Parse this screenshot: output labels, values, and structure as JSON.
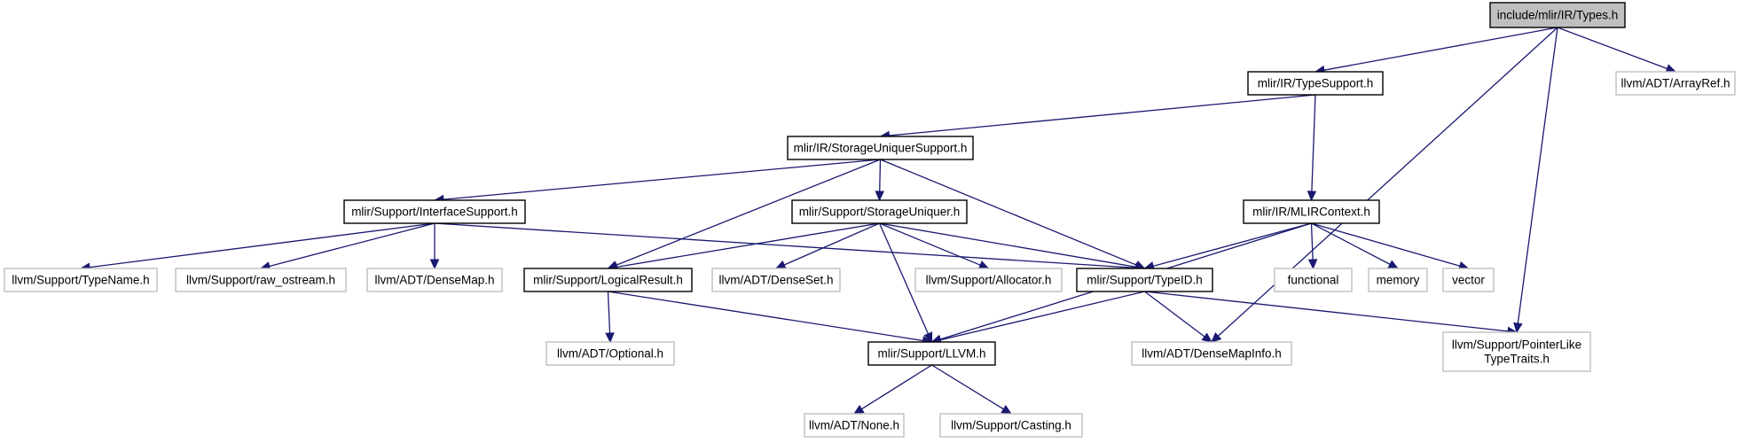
{
  "diagram": {
    "colors": {
      "edge": "#191970",
      "root_fill": "#bfbfbf",
      "primary_border": "#000000",
      "external_border": "#bfbfbf"
    },
    "nodes": [
      {
        "id": "types",
        "lines": [
          "include/mlir/IR/Types.h"
        ],
        "kind": "root"
      },
      {
        "id": "typesupport",
        "lines": [
          "mlir/IR/TypeSupport.h"
        ],
        "kind": "primary"
      },
      {
        "id": "arrayref",
        "lines": [
          "llvm/ADT/ArrayRef.h"
        ],
        "kind": "external"
      },
      {
        "id": "storageuniquersupport",
        "lines": [
          "mlir/IR/StorageUniquerSupport.h"
        ],
        "kind": "primary"
      },
      {
        "id": "mlircontext",
        "lines": [
          "mlir/IR/MLIRContext.h"
        ],
        "kind": "primary"
      },
      {
        "id": "interfacesupport",
        "lines": [
          "mlir/Support/InterfaceSupport.h"
        ],
        "kind": "primary"
      },
      {
        "id": "storageuniquer",
        "lines": [
          "mlir/Support/StorageUniquer.h"
        ],
        "kind": "primary"
      },
      {
        "id": "typename",
        "lines": [
          "llvm/Support/TypeName.h"
        ],
        "kind": "external"
      },
      {
        "id": "raw_ostream",
        "lines": [
          "llvm/Support/raw_ostream.h"
        ],
        "kind": "external"
      },
      {
        "id": "densemap",
        "lines": [
          "llvm/ADT/DenseMap.h"
        ],
        "kind": "external"
      },
      {
        "id": "logicalresult",
        "lines": [
          "mlir/Support/LogicalResult.h"
        ],
        "kind": "primary"
      },
      {
        "id": "denseset",
        "lines": [
          "llvm/ADT/DenseSet.h"
        ],
        "kind": "external"
      },
      {
        "id": "allocator",
        "lines": [
          "llvm/Support/Allocator.h"
        ],
        "kind": "external"
      },
      {
        "id": "typeid",
        "lines": [
          "mlir/Support/TypeID.h"
        ],
        "kind": "primary"
      },
      {
        "id": "functional",
        "lines": [
          "functional"
        ],
        "kind": "external"
      },
      {
        "id": "memory",
        "lines": [
          "memory"
        ],
        "kind": "external"
      },
      {
        "id": "vector",
        "lines": [
          "vector"
        ],
        "kind": "external"
      },
      {
        "id": "optional",
        "lines": [
          "llvm/ADT/Optional.h"
        ],
        "kind": "external"
      },
      {
        "id": "llvm",
        "lines": [
          "mlir/Support/LLVM.h"
        ],
        "kind": "primary"
      },
      {
        "id": "densemapinfo",
        "lines": [
          "llvm/ADT/DenseMapInfo.h"
        ],
        "kind": "external"
      },
      {
        "id": "pointerlike",
        "lines": [
          "llvm/Support/PointerLike",
          "TypeTraits.h"
        ],
        "kind": "external"
      },
      {
        "id": "none",
        "lines": [
          "llvm/ADT/None.h"
        ],
        "kind": "external"
      },
      {
        "id": "casting",
        "lines": [
          "llvm/Support/Casting.h"
        ],
        "kind": "external"
      }
    ],
    "edges": [
      {
        "from": "types",
        "to": "typesupport"
      },
      {
        "from": "types",
        "to": "arrayref"
      },
      {
        "from": "types",
        "to": "densemapinfo"
      },
      {
        "from": "types",
        "to": "pointerlike"
      },
      {
        "from": "typesupport",
        "to": "storageuniquersupport"
      },
      {
        "from": "typesupport",
        "to": "mlircontext"
      },
      {
        "from": "storageuniquersupport",
        "to": "interfacesupport"
      },
      {
        "from": "storageuniquersupport",
        "to": "storageuniquer"
      },
      {
        "from": "storageuniquersupport",
        "to": "logicalresult"
      },
      {
        "from": "storageuniquersupport",
        "to": "typeid"
      },
      {
        "from": "interfacesupport",
        "to": "typename"
      },
      {
        "from": "interfacesupport",
        "to": "raw_ostream"
      },
      {
        "from": "interfacesupport",
        "to": "densemap"
      },
      {
        "from": "interfacesupport",
        "to": "typeid"
      },
      {
        "from": "storageuniquer",
        "to": "logicalresult"
      },
      {
        "from": "storageuniquer",
        "to": "denseset"
      },
      {
        "from": "storageuniquer",
        "to": "allocator"
      },
      {
        "from": "storageuniquer",
        "to": "typeid"
      },
      {
        "from": "storageuniquer",
        "to": "llvm"
      },
      {
        "from": "mlircontext",
        "to": "typeid"
      },
      {
        "from": "mlircontext",
        "to": "llvm"
      },
      {
        "from": "mlircontext",
        "to": "functional"
      },
      {
        "from": "mlircontext",
        "to": "memory"
      },
      {
        "from": "mlircontext",
        "to": "vector"
      },
      {
        "from": "logicalresult",
        "to": "optional"
      },
      {
        "from": "logicalresult",
        "to": "llvm"
      },
      {
        "from": "typeid",
        "to": "llvm"
      },
      {
        "from": "typeid",
        "to": "densemapinfo"
      },
      {
        "from": "typeid",
        "to": "pointerlike"
      },
      {
        "from": "llvm",
        "to": "none"
      },
      {
        "from": "llvm",
        "to": "casting"
      }
    ]
  }
}
